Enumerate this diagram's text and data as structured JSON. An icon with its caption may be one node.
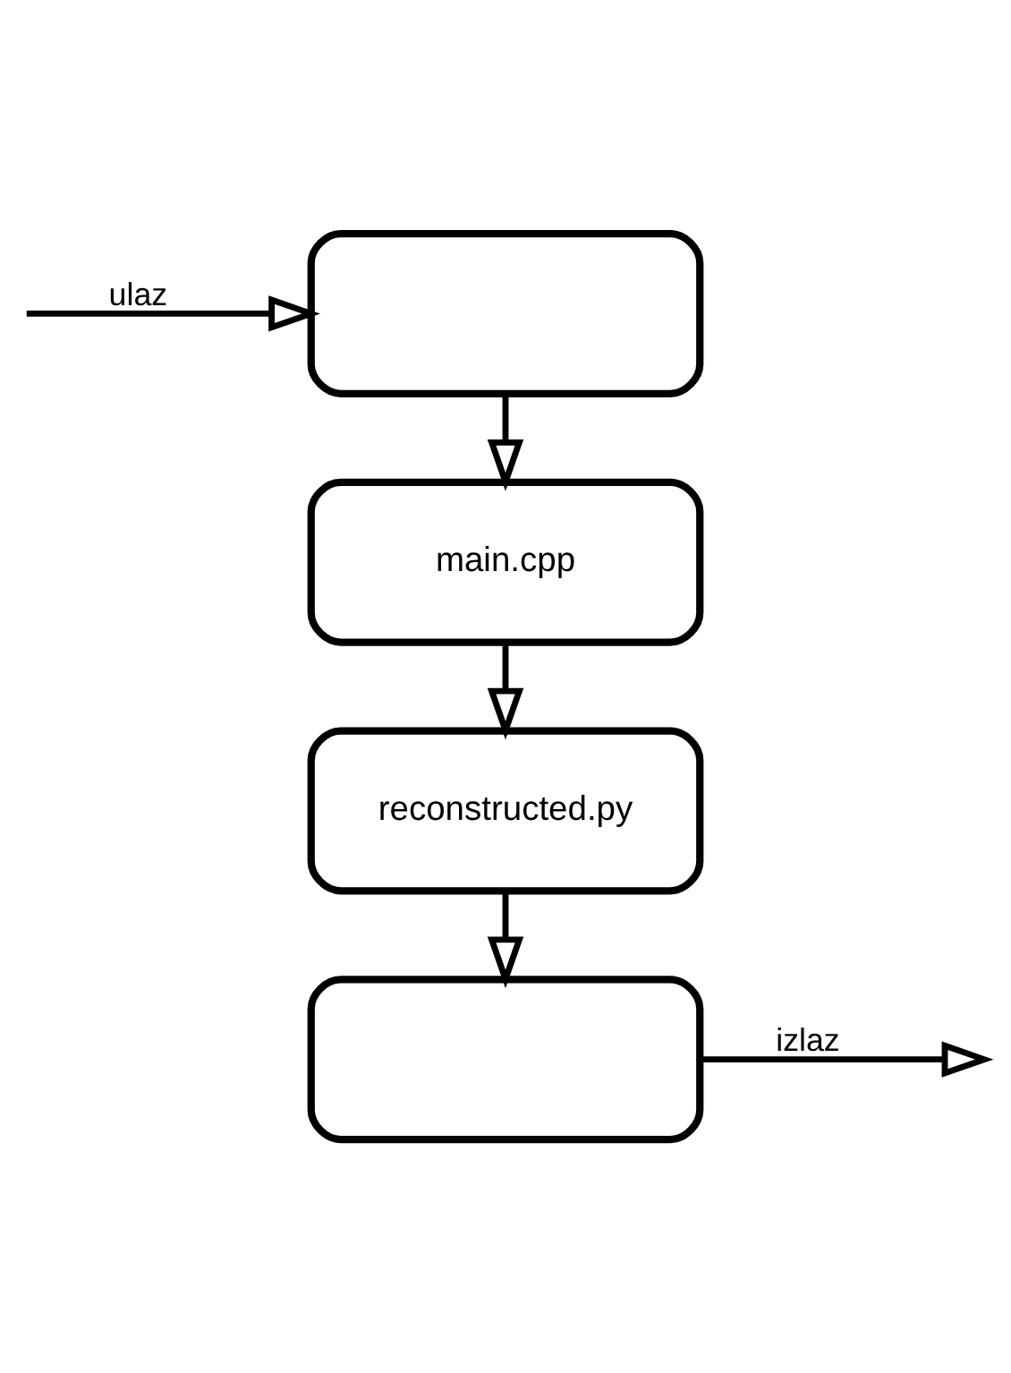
{
  "diagram": {
    "nodes": [
      {
        "text": [],
        "shape": "box"
      },
      {
        "text": [
          "main.cpp"
        ]
      },
      {
        "text": [
          "reconstructed.py"
        ]
      },
      {
        "text": [],
        "shape": "box"
      }
    ],
    "edges": [
      {
        "from": null,
        "to": 0,
        "arrow": "to",
        "label": "ulaz"
      },
      {
        "from": 0,
        "to": 1,
        "arrow": "to"
      },
      {
        "from": 1,
        "to": 2,
        "arrow": "to"
      },
      {
        "from": 2,
        "to": 3,
        "arrow": "to"
      },
      {
        "from": 3,
        "to": null,
        "arrow": "to",
        "label": "izlaz"
      }
    ]
  }
}
